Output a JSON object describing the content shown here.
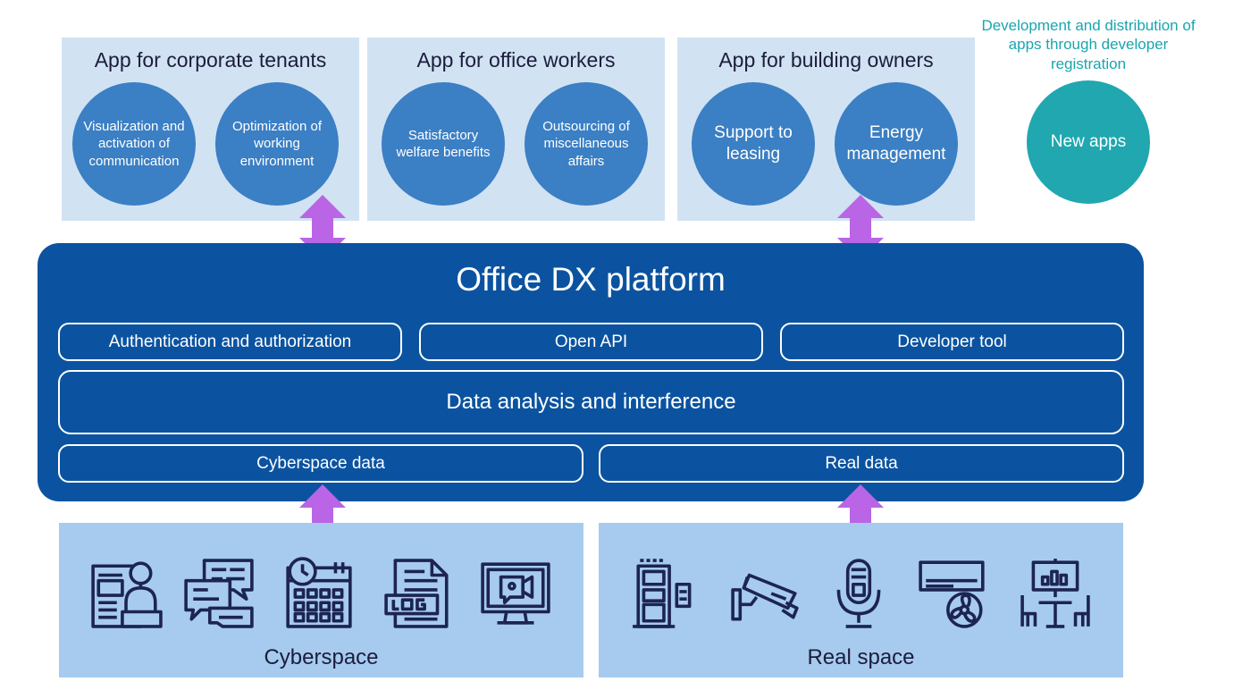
{
  "apps": [
    {
      "title": "App for corporate tenants",
      "circles": [
        "Visualization and activation of communication",
        "Optimization of working environment"
      ]
    },
    {
      "title": "App for office workers",
      "circles": [
        "Satisfactory welfare benefits",
        "Outsourcing of miscellaneous affairs"
      ]
    },
    {
      "title": "App for building owners",
      "circles": [
        "Support to leasing",
        "Energy management"
      ]
    }
  ],
  "developer": {
    "note": "Development and distribution of apps through developer registration",
    "new_apps": "New apps"
  },
  "platform": {
    "title": "Office DX platform",
    "row1": [
      "Authentication and authorization",
      "Open API",
      "Developer tool"
    ],
    "analysis": "Data analysis and interference",
    "data": [
      "Cyberspace data",
      "Real data"
    ]
  },
  "spaces": {
    "cyber": {
      "label": "Cyberspace",
      "icons": [
        "online-meeting-icon",
        "chat-icon",
        "calendar-schedule-icon",
        "log-file-icon",
        "video-monitor-icon"
      ]
    },
    "real": {
      "label": "Real space",
      "icons": [
        "door-access-icon",
        "security-camera-icon",
        "microphone-icon",
        "air-conditioner-icon",
        "meeting-room-icon"
      ]
    }
  },
  "colors": {
    "app_panel": "#d1e2f3",
    "circle": "#3b7fc4",
    "new_apps": "#20a7b0",
    "dev_note_text": "#1aa5ae",
    "platform": "#0b53a0",
    "space_panel": "#a6cbef",
    "arrow": "#b965e6",
    "icon_stroke": "#1d2452"
  }
}
